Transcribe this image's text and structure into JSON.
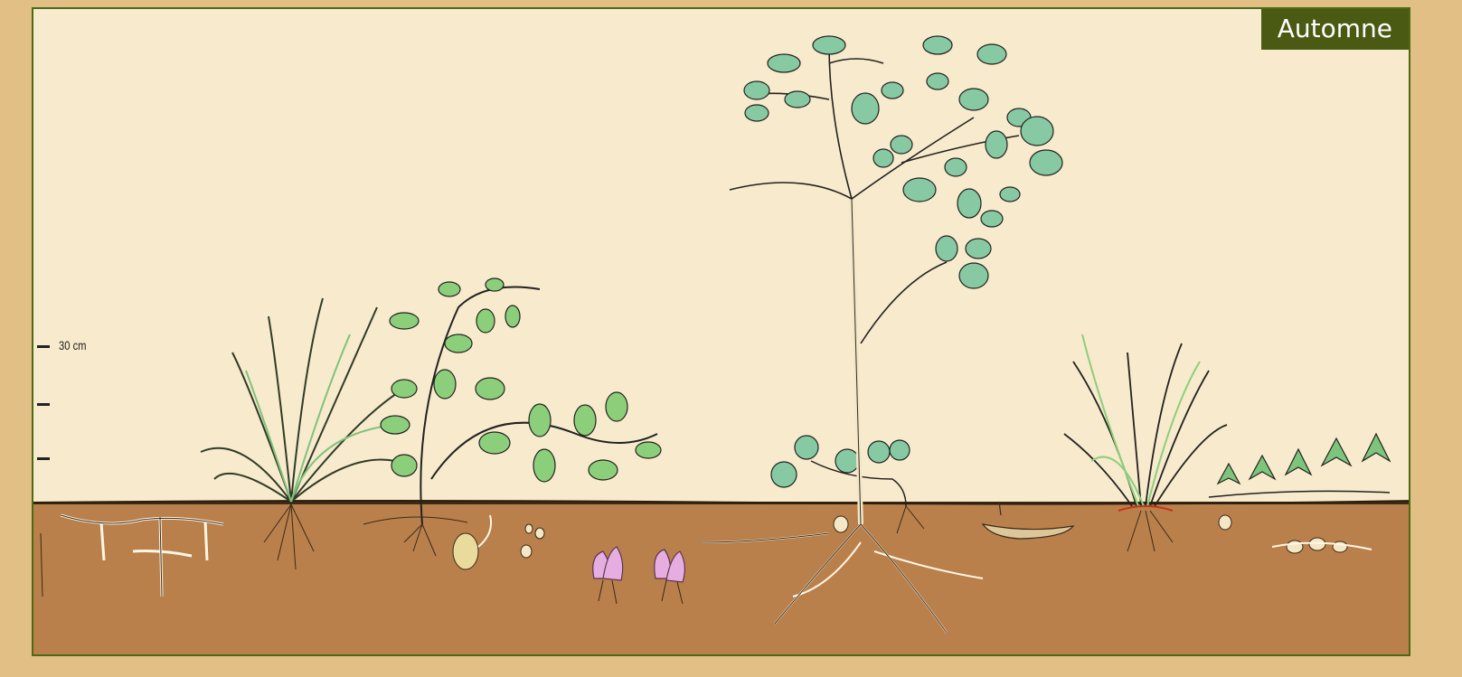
{
  "season_label": "Automne",
  "scale_label": "30 cm",
  "colors": {
    "background": "#e2bf84",
    "sky": "#f8eacc",
    "soil": "#b9804c",
    "badge": "#4a5a12",
    "leaf_green": "#8ccf7a",
    "blue_green_leaf": "#86c9a2",
    "bulb_pink": "#e6aee0"
  },
  "plants": [
    {
      "name": "rhizome-network-plant"
    },
    {
      "name": "grass-clump"
    },
    {
      "name": "vine-plant"
    },
    {
      "name": "pink-bulbs"
    },
    {
      "name": "tree-seedling"
    },
    {
      "name": "small-herb"
    },
    {
      "name": "sedge-clump"
    },
    {
      "name": "ivy-ground-cover"
    }
  ]
}
